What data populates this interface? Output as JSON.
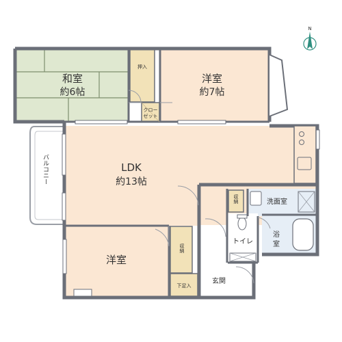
{
  "rooms": {
    "washitsu": {
      "name": "和室",
      "size": "約6帖"
    },
    "yoshitsu_north": {
      "name": "洋室",
      "size": "約7帖"
    },
    "ldk": {
      "name": "LDK",
      "size": "約13帖"
    },
    "yoshitsu_south": {
      "name": "洋室"
    },
    "oshiire": "押入",
    "closet_line1": "クロー",
    "closet_line2": "ゼット",
    "balcony": "バルコニー",
    "shuno_small": "収納",
    "senmen": "洗面室",
    "toilet": "トイレ",
    "yokushitsu_line1": "浴",
    "yokushitsu_line2": "室",
    "shuno_south": "収納",
    "shitabako": "下足入",
    "genkan": "玄関"
  },
  "compass": {
    "label": "N"
  },
  "colors": {
    "wall": "#6b6f78",
    "tatami": "#dfe8d0",
    "tatami_line": "#7d8f6e",
    "floor": "#fbe7d3",
    "closet": "#f2e2b8",
    "wet": "#e6eef6",
    "compass": "#2f8f80"
  }
}
